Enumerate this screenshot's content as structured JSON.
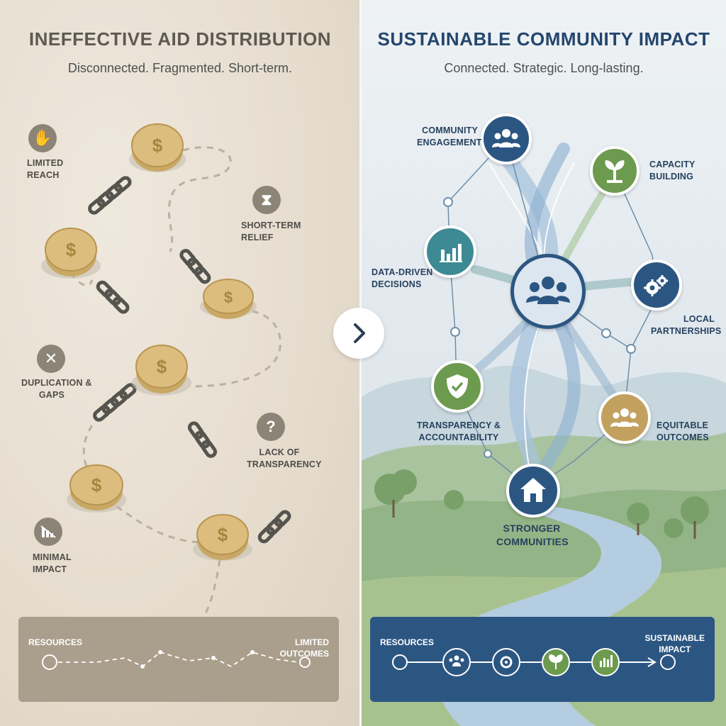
{
  "left": {
    "title": "INEFFECTIVE AID DISTRIBUTION",
    "subtitle": "Disconnected. Fragmented. Short-term.",
    "labels": {
      "limited_reach": "LIMITED\nREACH",
      "short_term_relief": "SHORT-TERM\nRELIEF",
      "duplication_gaps": "DUPLICATION &\nGAPS",
      "lack_transparency": "LACK OF\nTRANSPARENCY",
      "minimal_impact": "MINIMAL\nIMPACT"
    },
    "coin_symbol": "$",
    "bar": {
      "start": "RESOURCES",
      "end": "LIMITED\nOUTCOMES"
    }
  },
  "right": {
    "title": "SUSTAINABLE COMMUNITY IMPACT",
    "subtitle": "Connected. Strategic. Long-lasting.",
    "labels": {
      "community_engagement": "COMMUNITY\nENGAGEMENT",
      "capacity_building": "CAPACITY\nBUILDING",
      "data_driven": "DATA-DRIVEN\nDECISIONS",
      "local_partnerships": "LOCAL\nPARTNERSHIPS",
      "transparency": "TRANSPARENCY &\nACCOUNTABILITY",
      "equitable": "EQUITABLE\nOUTCOMES",
      "stronger": "STRONGER\nCOMMUNITIES"
    },
    "bar": {
      "start": "RESOURCES",
      "end": "SUSTAINABLE\nIMPACT"
    }
  },
  "colors": {
    "navy": "#2c5682",
    "teal": "#3d8a94",
    "green": "#6c9a4e",
    "gold": "#c2a15f",
    "coin": "#d9b877"
  }
}
